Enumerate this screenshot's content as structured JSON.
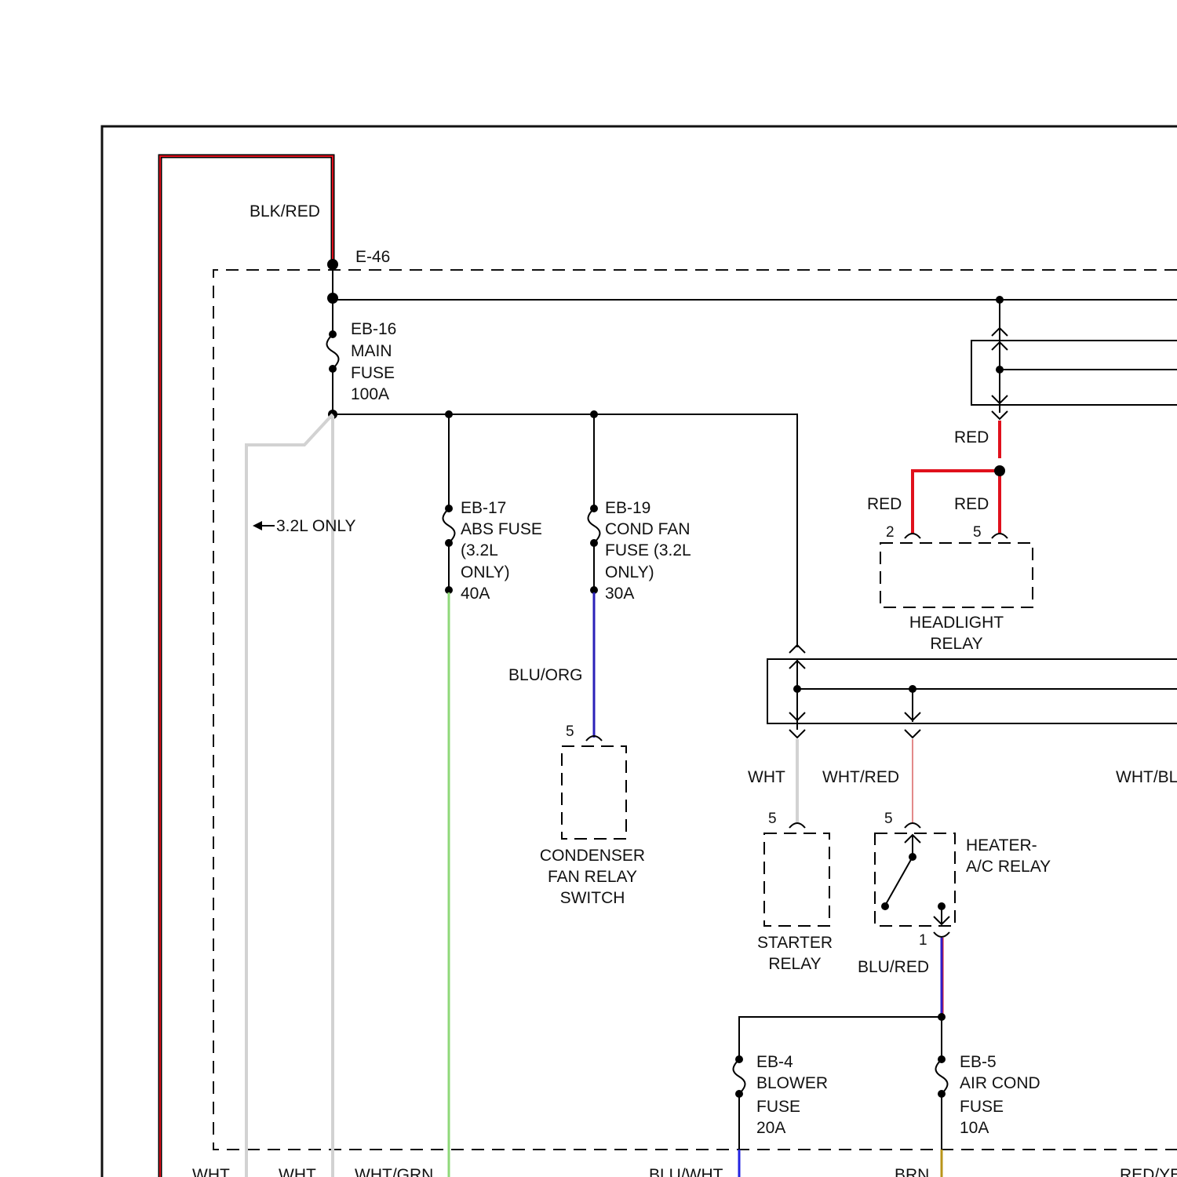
{
  "colors": {
    "wire_black": "#000000",
    "wire_red": "#e0101c",
    "wire_white": "#d2d2d2",
    "wire_green": "#8fd87a",
    "wire_blue_orange": "#2a20b8",
    "wire_white_red": "#e38a8a",
    "wire_blue_red": "#3020c8",
    "wire_blue_white": "#2424e0",
    "wire_brown": "#b8941a",
    "border": "#111111"
  },
  "labels": {
    "blk_red": "BLK/RED",
    "e46": "E-46",
    "only_32l": "3.2L ONLY",
    "wire_red_1": "RED",
    "wire_red_2": "RED",
    "wire_red_3": "RED",
    "blu_org": "BLU/ORG",
    "wht": "WHT",
    "wht_red": "WHT/RED",
    "wht_bl": "WHT/BL",
    "blu_red": "BLU/RED",
    "bottom_wht_1": "WHT",
    "bottom_wht_2": "WHT",
    "bottom_wht_grn": "WHT/GRN",
    "bottom_blu_wht": "BLU/WHT",
    "bottom_brn": "BRN",
    "bottom_red_y": "RED/YE"
  },
  "fuses": {
    "eb16": [
      "EB-16",
      "MAIN",
      "FUSE",
      "100A"
    ],
    "eb17": [
      "EB-17",
      "ABS FUSE",
      "(3.2L",
      "ONLY)",
      "40A"
    ],
    "eb19": [
      "EB-19",
      "COND FAN",
      "FUSE (3.2L",
      "ONLY)",
      "30A"
    ],
    "eb4": [
      "EB-4",
      "BLOWER",
      "FUSE",
      "20A"
    ],
    "eb5": [
      "EB-5",
      "AIR COND",
      "FUSE",
      "10A"
    ]
  },
  "components": {
    "headlight_relay": {
      "name": [
        "HEADLIGHT",
        "RELAY"
      ],
      "pins": [
        "2",
        "5"
      ]
    },
    "condenser_fan_relay": {
      "name": [
        "CONDENSER",
        "FAN RELAY",
        "SWITCH"
      ],
      "pins": [
        "5"
      ]
    },
    "starter_relay": {
      "name": [
        "STARTER",
        "RELAY"
      ],
      "pins": [
        "5"
      ]
    },
    "heater_ac_relay": {
      "name": [
        "HEATER-",
        "A/C RELAY"
      ],
      "pins": [
        "5",
        "1"
      ]
    }
  }
}
